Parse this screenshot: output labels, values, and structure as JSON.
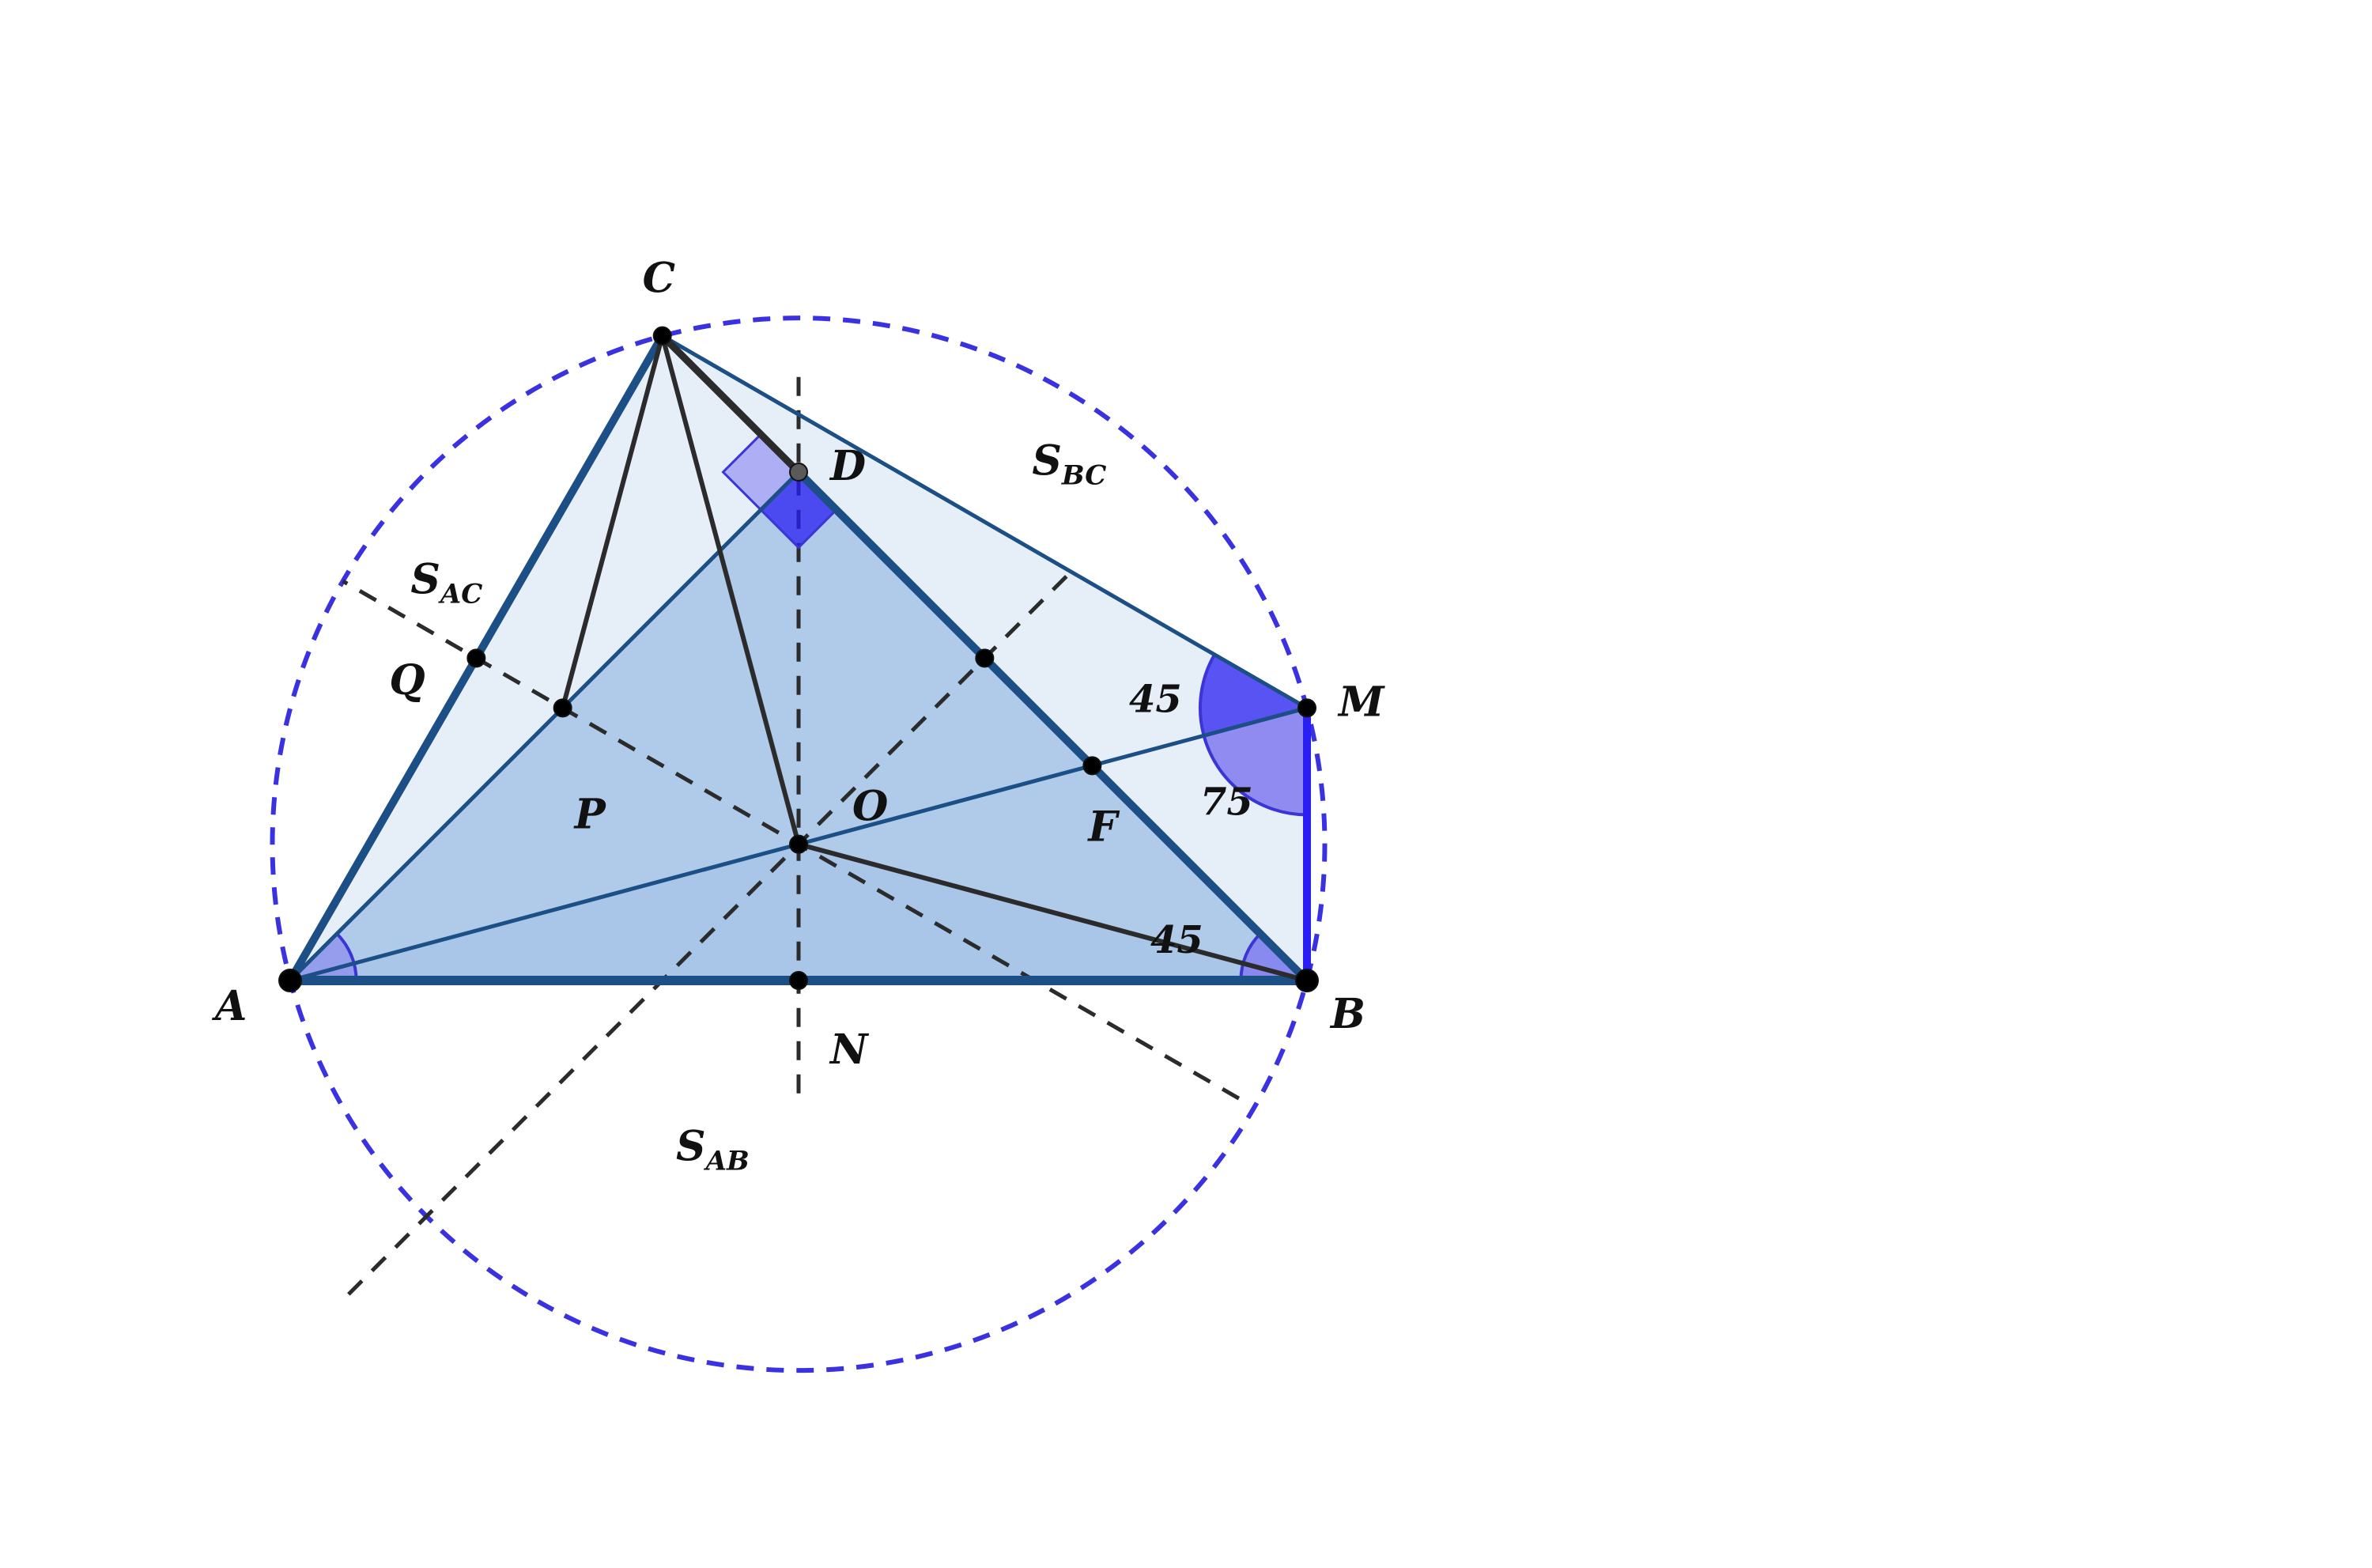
{
  "diagram": {
    "points": {
      "A": {
        "label": "A",
        "x": 0.0,
        "y": 0.0
      },
      "B": {
        "label": "B",
        "x": 4.0,
        "y": 0.0
      },
      "C": {
        "label": "C",
        "x": 1.464,
        "y": 2.536
      },
      "D": {
        "label": "D",
        "x": 2.0,
        "y": 2.0
      },
      "O": {
        "label": "O",
        "x": 2.0,
        "y": 0.536
      },
      "M": {
        "label": "M",
        "x": 4.0,
        "y": 1.072
      },
      "N": {
        "label": "N",
        "x": 2.0,
        "y": 0.0
      },
      "P": {
        "label": "P",
        "x": 1.072,
        "y": 1.072
      },
      "Q": {
        "label": "Q",
        "x": 0.732,
        "y": 1.268
      },
      "F": {
        "label": "F",
        "x": 3.155,
        "y": 0.845
      },
      "G": {
        "label": "",
        "x": 2.732,
        "y": 1.268
      }
    },
    "circle": {
      "center": "O",
      "radius": 2.07
    },
    "bisectors": [
      {
        "id": "S_AB",
        "symbol": "S",
        "subscript": "AB"
      },
      {
        "id": "S_AC",
        "symbol": "S",
        "subscript": "AC"
      },
      {
        "id": "S_BC",
        "symbol": "S",
        "subscript": "BC"
      }
    ],
    "angle_labels": {
      "angle_at_M_upper": "45",
      "angle_at_M_lower": "75",
      "angle_at_B": "45"
    },
    "colors": {
      "stroke_dark": "#1c4f85",
      "segment_dark": "#2b2b2b",
      "circle": "#3a31e0",
      "fill_outer": "#e6eff8",
      "fill_inner": "#a6c3e6",
      "fill_lower": "#b8cfea",
      "angle_fill": "#7f79f0",
      "angle_stroke": "#3b35d6",
      "emphasis_blue": "#2a1ff2"
    }
  }
}
